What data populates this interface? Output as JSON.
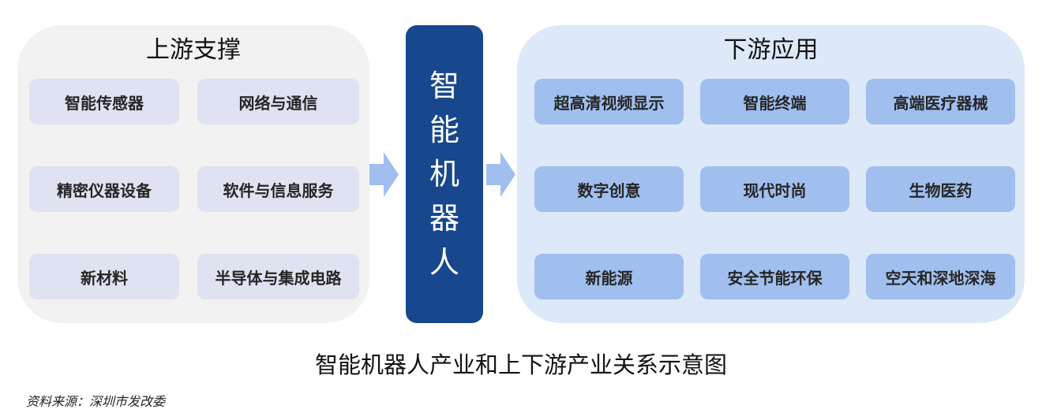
{
  "upstream": {
    "title": "上游支撑",
    "items": [
      "智能传感器",
      "网络与通信",
      "精密仪器设备",
      "软件与信息服务",
      "新材料",
      "半导体与集成电路"
    ]
  },
  "core": {
    "label_chars": [
      "智",
      "能",
      "机",
      "器",
      "人"
    ]
  },
  "downstream": {
    "title": "下游应用",
    "items": [
      "超高清视频显示",
      "智能终端",
      "高端医疗器械",
      "数字创意",
      "现代时尚",
      "生物医药",
      "新能源",
      "安全节能环保",
      "空天和深地深海"
    ]
  },
  "arrows": [
    {
      "from": "upstream",
      "to": "core",
      "icon": "arrow-right-icon"
    },
    {
      "from": "core",
      "to": "downstream",
      "icon": "arrow-right-icon"
    }
  ],
  "colors": {
    "core_bg": "#17478d",
    "upstream_panel": "#f2f2f2",
    "upstream_box": "#dfe2f0",
    "downstream_panel": "#dde8f8",
    "downstream_box": "#a0bfee",
    "arrow": "#a0bfee"
  },
  "caption": "智能机器人产业和上下游产业关系示意图",
  "source": "资料来源：深圳市发改委"
}
